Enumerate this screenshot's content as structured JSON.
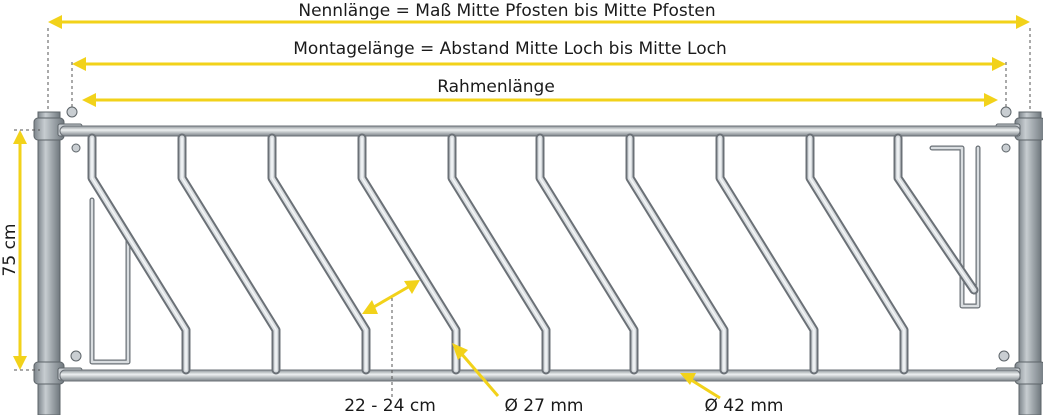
{
  "labels": {
    "nennlaenge": "Nennlänge = Maß Mitte Pfosten bis Mitte Pfosten",
    "montagelaenge": "Montagelänge = Abstand Mitte Loch bis Mitte Loch",
    "rahmenlaenge": "Rahmenlänge",
    "height": "75 cm",
    "spacing": "22 - 24 cm",
    "bar_diameter": "Ø 27 mm",
    "tube_diameter": "Ø 42 mm"
  },
  "colors": {
    "dimension": "#f2d21a",
    "steel": "#d9dde0",
    "steel_dark": "#6b7177",
    "post": "#9aa1a6"
  }
}
